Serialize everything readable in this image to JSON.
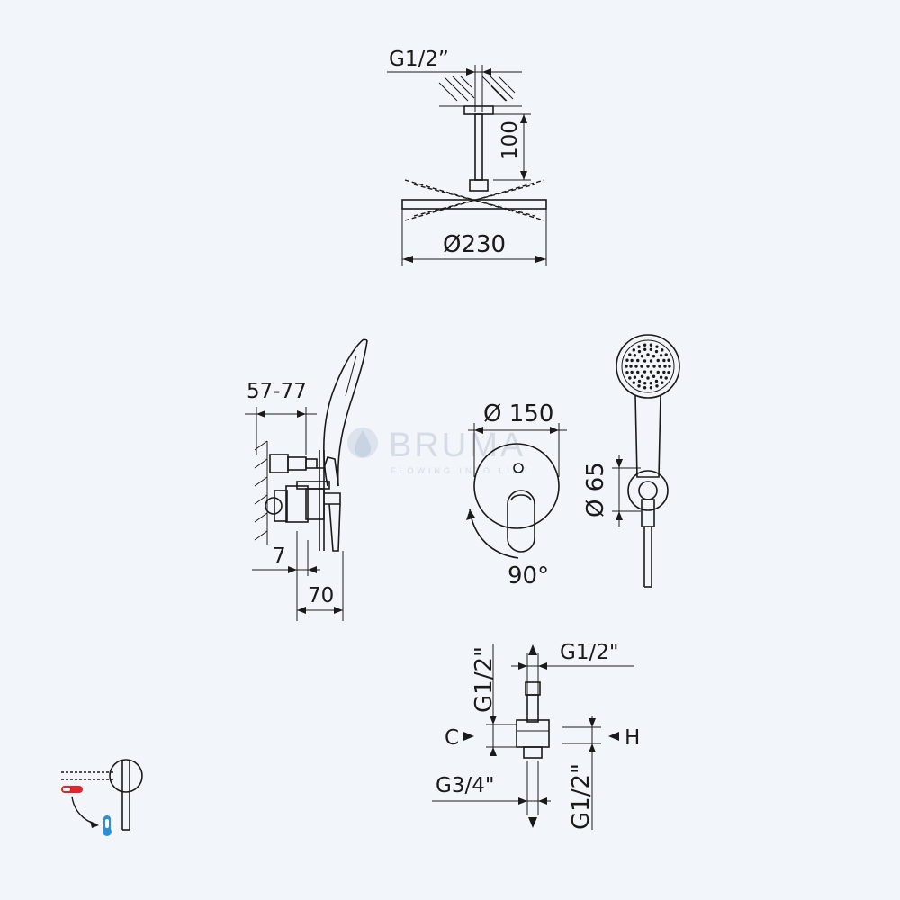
{
  "watermark": {
    "brand": "BRUMA",
    "tagline": "FLOWING INTO LIFE"
  },
  "colors": {
    "background": "#f2f5f9",
    "line": "#1a1a1a",
    "hot": "#e0262b",
    "cold": "#2b8fd6",
    "watermark": "#d5dce6"
  },
  "labels": {
    "overhead_thread": "G1/2”",
    "arm_length": "100",
    "head_diameter": "Ø230",
    "wall_depth": "57-77",
    "plate_gap": "7",
    "total_depth": "70",
    "plate_diameter": "Ø 150",
    "rotation": "90°",
    "hand_diameter": "Ø 65",
    "valve_top_thread": "G1/2\"",
    "valve_left_thread": "G1/2\"",
    "valve_cold": "C",
    "valve_hot": "H",
    "valve_inlet": "G3/4\"",
    "valve_right_thread": "G1/2\""
  },
  "icons": [
    "hot-water-icon",
    "cold-water-icon",
    "mixer-lever-icon"
  ]
}
